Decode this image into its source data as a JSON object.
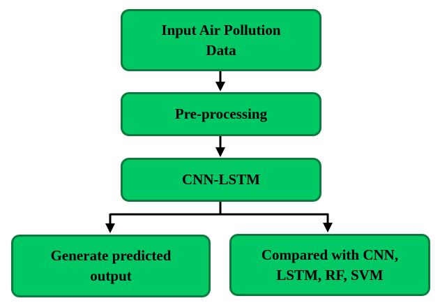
{
  "nodes": {
    "input": "Input Air Pollution Data",
    "preprocessing": "Pre-processing",
    "model": "CNN-LSTM",
    "output": "Generate predicted output",
    "compare": "Compared with CNN, LSTM, RF, SVM"
  },
  "colors": {
    "fill": "#00C864",
    "border": "#0A7A3E",
    "arrow": "#000000"
  }
}
